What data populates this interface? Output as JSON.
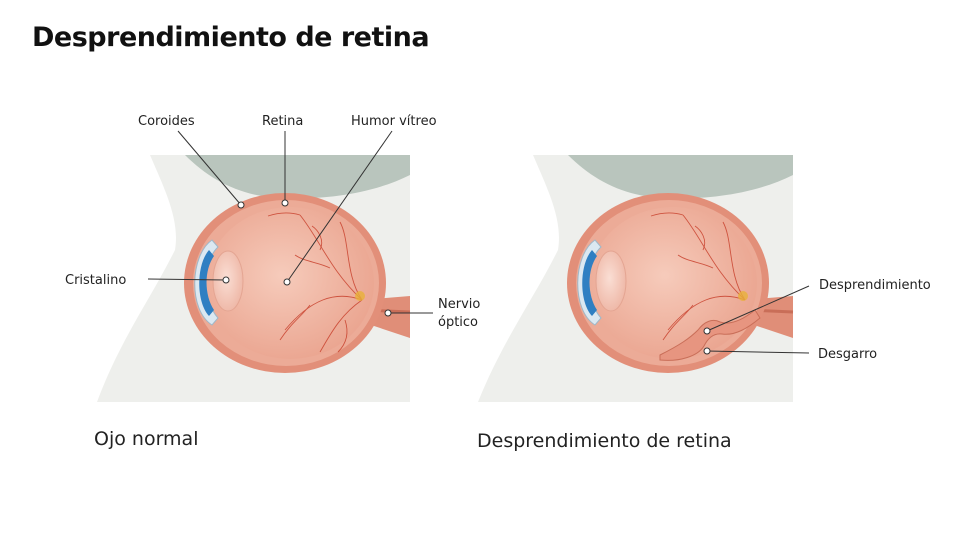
{
  "page": {
    "title": "Desprendimiento de retina"
  },
  "panels": {
    "normal": {
      "caption": "Ojo normal",
      "labels": {
        "coroides": "Coroides",
        "retina": "Retina",
        "humor_vitreo": "Humor vítreo",
        "cristalino": "Cristalino",
        "nervio_1": "Nervio",
        "nervio_2": "óptico"
      }
    },
    "detached": {
      "caption": "Desprendimiento de retina",
      "labels": {
        "desprendimiento": "Desprendimiento",
        "desgarro": "Desgarro"
      }
    }
  },
  "colors": {
    "background_tissue": "#eeefec",
    "eye_outer": "#e79a84",
    "eye_inner": "#f2b9a6",
    "vitreous": "#f3c0ad",
    "iris": "#2f7fc2",
    "lens": "#f6d2c6",
    "vessel": "#c9432f",
    "macula": "#e9b13a"
  }
}
